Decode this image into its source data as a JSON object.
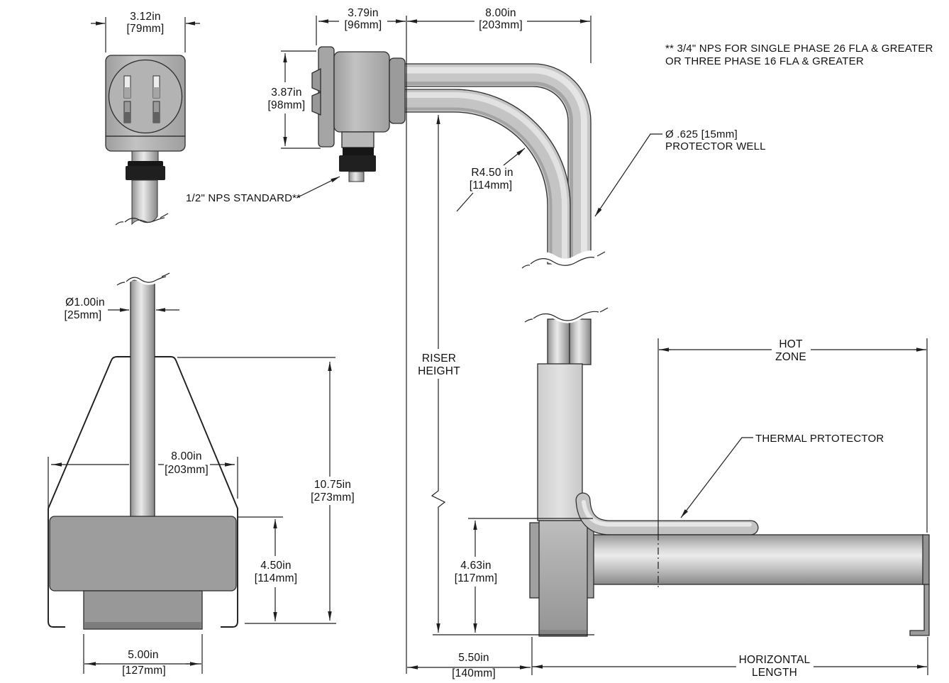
{
  "drawing": {
    "type": "technical-dimension-drawing",
    "views": {
      "head_front": {
        "width_in": "3.12in",
        "width_mm": "[79mm]"
      },
      "head_side": {
        "depth_in": "3.79in",
        "depth_mm": "[96mm]",
        "height_in": "3.87in",
        "height_mm": "[98mm]",
        "nps_label": "1/2\" NPS STANDARD**"
      },
      "riser_top": {
        "reach_in": "8.00in",
        "reach_mm": "[203mm]",
        "bend_radius_in": "R4.50 in",
        "bend_radius_mm": "[114mm]",
        "well_dia": "Ø .625 [15mm]",
        "well_label": "PROTECTOR WELL",
        "note_line1": "** 3/4\" NPS FOR SINGLE PHASE 26 FLA & GREATER",
        "note_line2": "OR THREE PHASE 16 FLA  & GREATER"
      },
      "element_front": {
        "tube_dia_in": "Ø1.00in",
        "tube_dia_mm": "[25mm]",
        "guard_width_in": "8.00in",
        "guard_width_mm": "[203mm]",
        "overall_height_in": "10.75in",
        "overall_height_mm": "[273mm]",
        "body_height_in": "4.50in",
        "body_height_mm": "[114mm]",
        "base_width_in": "5.00in",
        "base_width_mm": "[127mm]"
      },
      "side_profile": {
        "riser_line1": "RISER",
        "riser_line2": "HEIGHT",
        "hot_zone_line1": "HOT",
        "hot_zone_line2": "ZONE",
        "thermal_label": "THERMAL PRTOTECTOR",
        "bracket_in": "4.63in",
        "bracket_mm": "[117mm]",
        "setback_in": "5.50in",
        "setback_mm": "[140mm]",
        "horizontal_line1": "HORIZONTAL",
        "horizontal_line2": "LENGTH"
      }
    },
    "colors": {
      "line": "#1e1e1e",
      "metal_light": "#d6d6d6",
      "metal_mid": "#ababab",
      "metal_dark": "#9d9d9d",
      "nut_black": "#1c1c1c",
      "background": "#ffffff"
    }
  }
}
